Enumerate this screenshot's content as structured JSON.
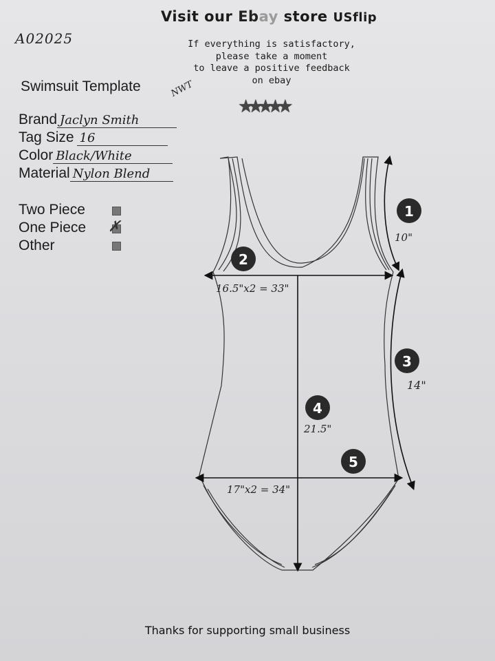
{
  "header": {
    "title_prefix": "Visit our ",
    "title_brand_e": "Eb",
    "title_brand_ay": "ay",
    "title_suffix": " store ",
    "store_name": "USflip",
    "feedback_lines": [
      "If everything is satisfactory,",
      "please take a moment",
      "to leave a positive feedback",
      "on ebay"
    ],
    "stars": "★★★★★"
  },
  "sku": "A02025",
  "template_title": "Swimsuit Template",
  "condition_note": "NWT",
  "fields": [
    {
      "label": "Brand",
      "value": "Jaclyn Smith"
    },
    {
      "label": "Tag Size",
      "value": "16"
    },
    {
      "label": "Color",
      "value": "Black/White"
    },
    {
      "label": "Material",
      "value": "Nylon Blend"
    }
  ],
  "options": [
    {
      "label": "Two Piece",
      "checked": false
    },
    {
      "label": "One Piece",
      "checked": true
    },
    {
      "label": "Other",
      "checked": false
    }
  ],
  "check_mark": "✗",
  "measurements": [
    {
      "number": "1",
      "value": "10\""
    },
    {
      "number": "2",
      "value": "16.5\"x2 = 33\""
    },
    {
      "number": "3",
      "value": "14\""
    },
    {
      "number": "4",
      "value": "21.5\""
    },
    {
      "number": "5",
      "value": "17\"x2 = 34\""
    }
  ],
  "footer": "Thanks for supporting small business"
}
